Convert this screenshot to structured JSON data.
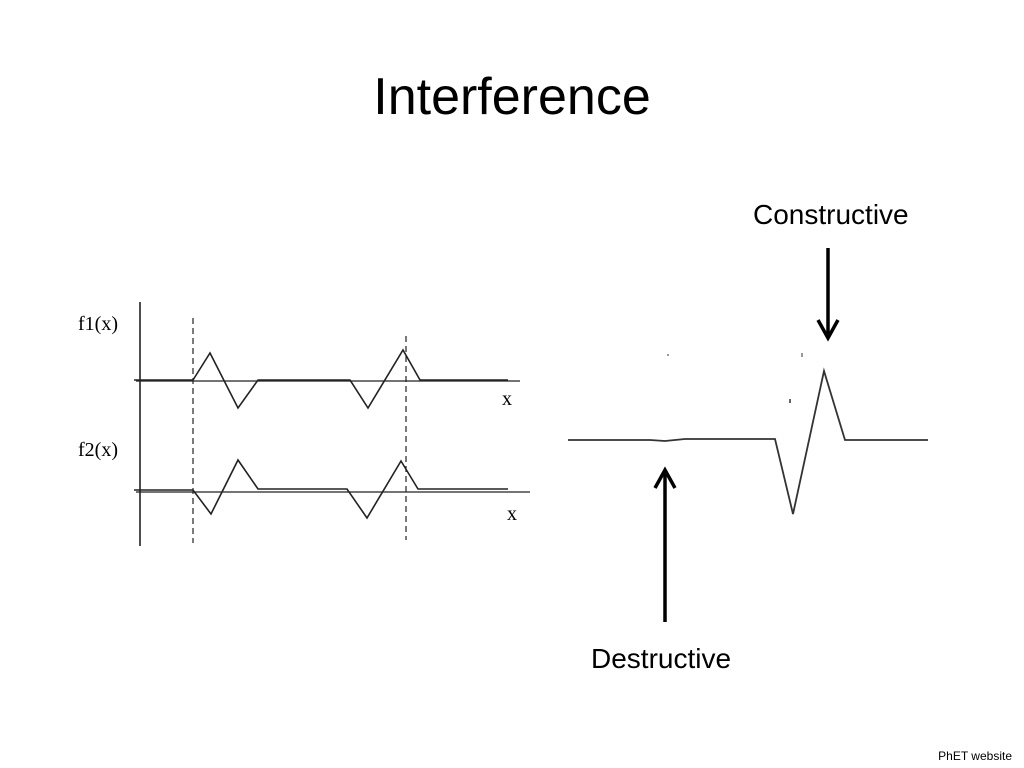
{
  "slide": {
    "title": "Interference",
    "credit": "PhET website"
  },
  "left_figure": {
    "top_graph_ylabel": "f1(x)",
    "top_graph_xlabel": "x",
    "bottom_graph_ylabel": "f2(x)",
    "bottom_graph_xlabel": "x"
  },
  "right_figure": {
    "constructive_label": "Constructive",
    "destructive_label": "Destructive"
  }
}
